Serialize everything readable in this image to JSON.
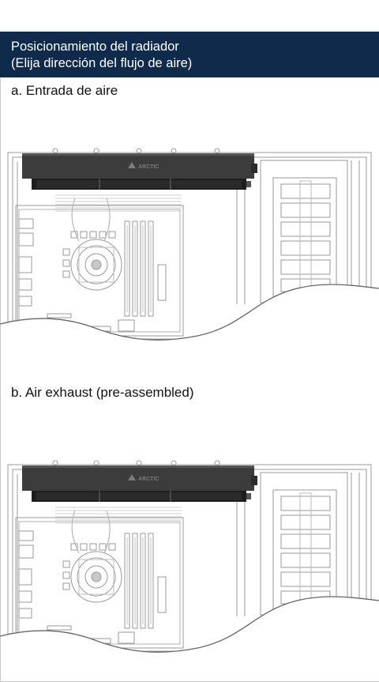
{
  "header": {
    "title_line1": "Posicionamiento del radiador",
    "title_line2": "(Elija dirección del flujo de aire)"
  },
  "sections": [
    {
      "label": "a. Entrada de aire",
      "brand": "ARCTIC"
    },
    {
      "label": "b. Air exhaust (pre-assembled)",
      "brand": "ARCTIC"
    }
  ],
  "colors": {
    "header_bg": "#0f2a4a",
    "header_text": "#ffffff",
    "radiator": "#3a3a3a",
    "line": "#9a9a9a"
  }
}
